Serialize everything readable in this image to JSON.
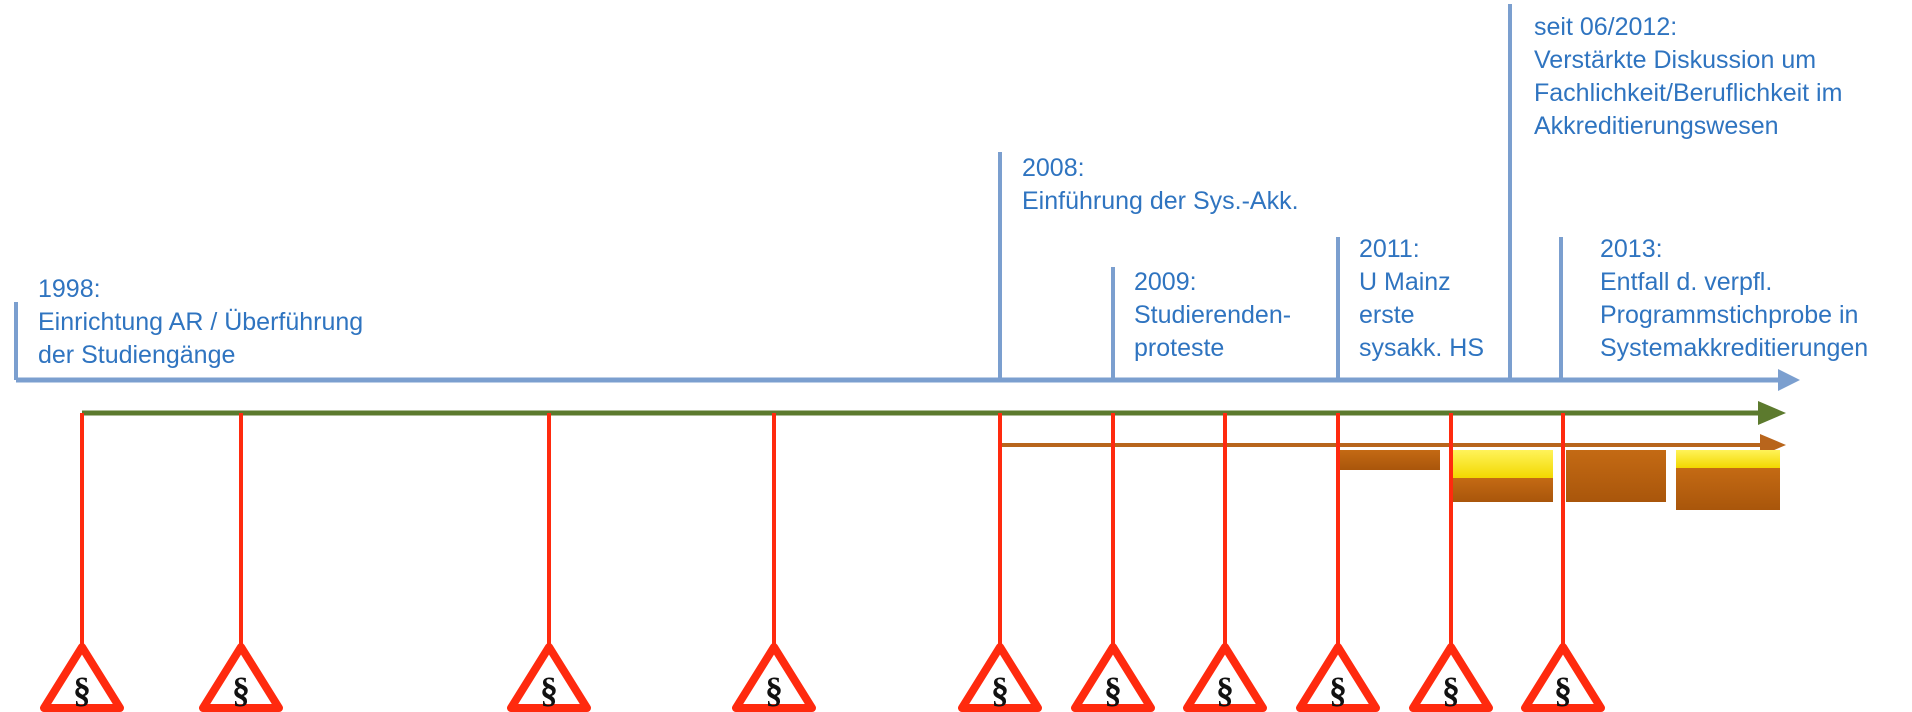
{
  "colors": {
    "timeline": "#7b9fcf",
    "label_text": "#2f74c0",
    "green_arrow": "#5c7a2e",
    "orange_arrow": "#b8651c",
    "marker_line": "#ff2a0e",
    "warning_triangle": "#ff2a0e",
    "bar_brown": "#b05a0c",
    "bar_yellow": "#ffee00"
  },
  "events": [
    {
      "label": "1998:\nEinrichtung AR / Überführung\nder Studiengänge"
    },
    {
      "label": "2008:\nEinführung der Sys.-Akk."
    },
    {
      "label": "2009:\nStudierenden-\nproteste"
    },
    {
      "label": "2011:\nU Mainz\nerste\nsysakk. HS"
    },
    {
      "label": "seit 06/2012:\nVerstärkte Diskussion um\nFachlichkeit/Beruflichkeit im\nAkkreditierungswesen"
    },
    {
      "label": "2013:\nEntfall d. verpfl.\nProgrammstichprobe in\nSystemakkreditierungen"
    }
  ],
  "law_marker_symbol": "§",
  "law_marker_icon": "warning-triangle-icon",
  "law_marker_count": 10,
  "bars": [
    {
      "color": "brown"
    },
    {
      "color": "yellow-over-brown"
    },
    {
      "color": "brown"
    },
    {
      "color": "yellow-over-brown"
    }
  ]
}
